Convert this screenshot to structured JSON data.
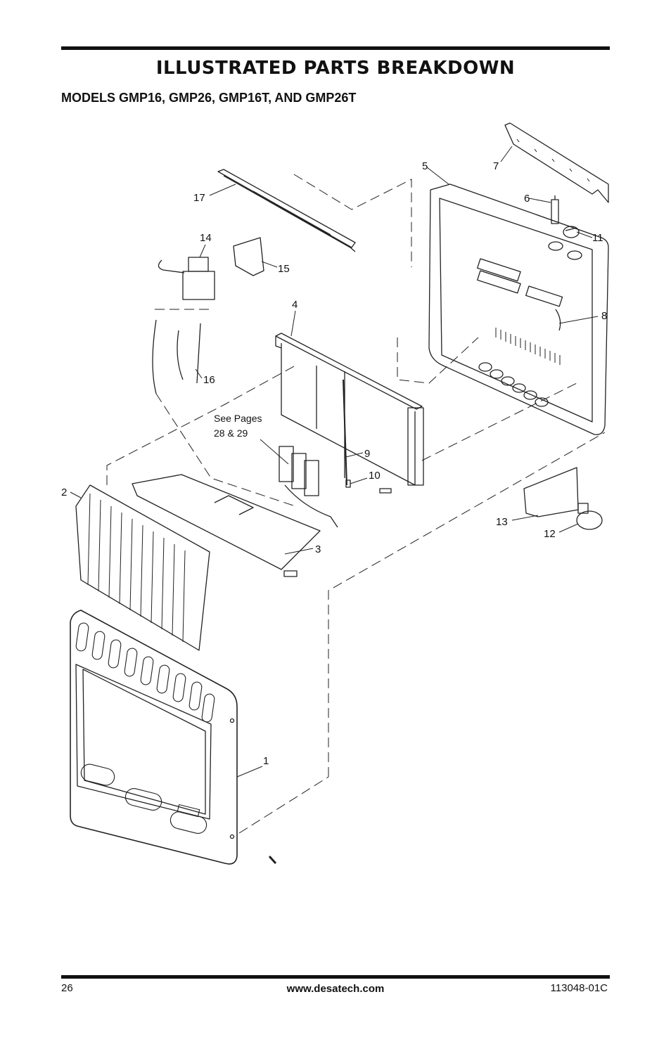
{
  "page": {
    "title": "ILLUSTRATED PARTS BREAKDOWN",
    "subtitle": "MODELS GMP16, GMP26, GMP16T, AND GMP26T"
  },
  "diagram": {
    "callouts": [
      "1",
      "2",
      "3",
      "4",
      "5",
      "6",
      "7",
      "8",
      "9",
      "10",
      "11",
      "12",
      "13",
      "14",
      "15",
      "16",
      "17"
    ],
    "note_line1": "See Pages",
    "note_line2": "28 & 29"
  },
  "footer": {
    "page_number": "26",
    "website": "www.desatech.com",
    "doc_number": "113048-01C"
  }
}
